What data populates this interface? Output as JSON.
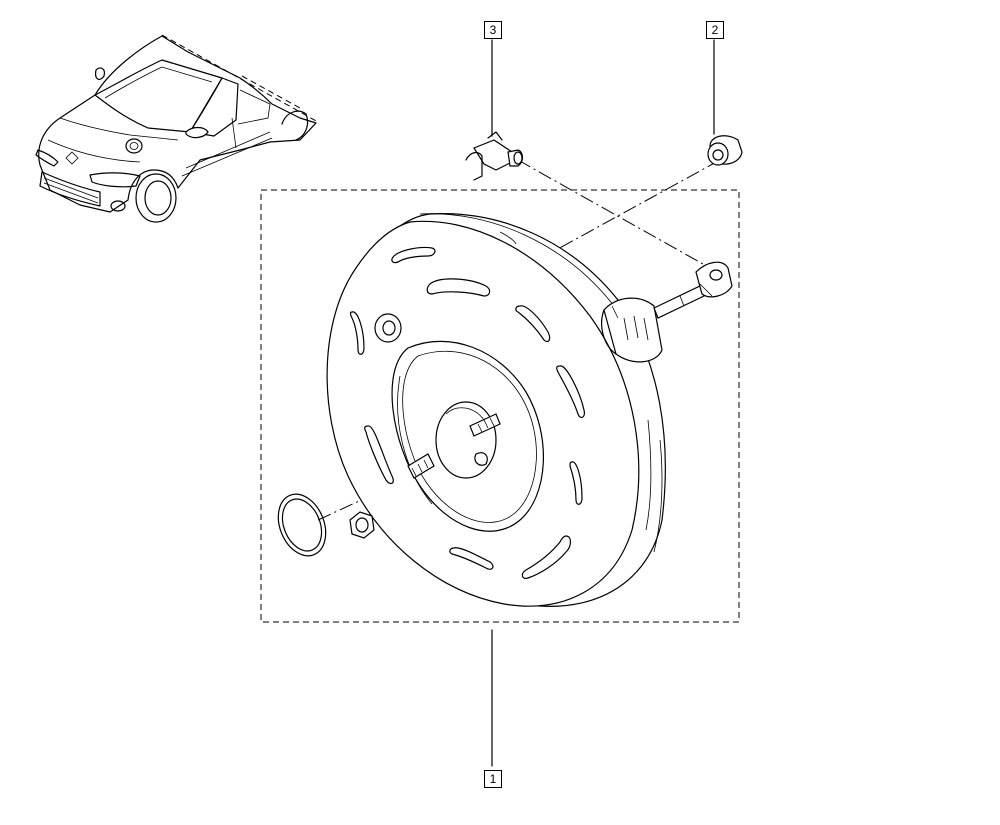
{
  "callouts": {
    "booster": "1",
    "grommet": "2",
    "clevis_pin": "3"
  },
  "colors": {
    "line": "#000000",
    "background": "#ffffff"
  }
}
